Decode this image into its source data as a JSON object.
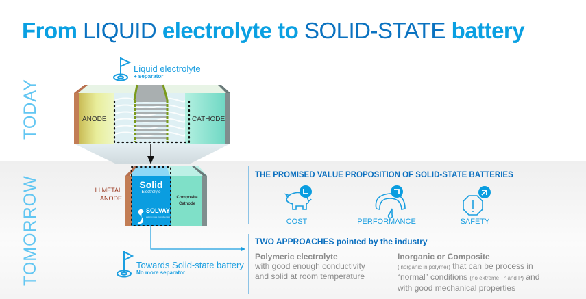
{
  "title": {
    "part1": "From ",
    "part2": "LIQUID",
    "part3": " electrolyte to ",
    "part4": "SOLID-STATE",
    "part5": " battery"
  },
  "side_labels": {
    "today": "TODAY",
    "tomorrow": "TOMORROW"
  },
  "today_diagram": {
    "flag_main": "Liquid electrolyte",
    "flag_sub": "+ separator",
    "anode": "ANODE",
    "cathode": "CATHODE"
  },
  "tomorrow_diagram": {
    "anode_line1": "LI METAL",
    "anode_line2": "ANODE",
    "solid": "Solid",
    "electrolyte": "Electrolyte",
    "brand": "SOLVAY",
    "brand_tagline": "asking more from chemistry",
    "cathode_line1": "Composite",
    "cathode_line2": "Cathode",
    "flag_main": "Towards Solid-state battery",
    "flag_sub": "No more separator"
  },
  "value_proposition": {
    "heading": "THE PROMISED VALUE PROPOSITION OF SOLID-STATE BATTERIES",
    "items": [
      {
        "label": "COST",
        "icon": "piggy-bank-icon",
        "trend": "down"
      },
      {
        "label": "PERFORMANCE",
        "icon": "gauge-icon",
        "trend": "up"
      },
      {
        "label": "SAFETY",
        "icon": "octagon-warning-icon",
        "trend": "up"
      }
    ]
  },
  "approaches": {
    "heading_bold": "TWO APPROACHES",
    "heading_rest": " pointed by the industry",
    "col1": {
      "title": "Polymeric electrolyte",
      "line1": "with good enough conductivity",
      "line2": "and solid at room temperature"
    },
    "col2": {
      "title": "Inorganic or Composite",
      "line1_small": "(inorganic in polymer)",
      "line1_rest": " that can be process in",
      "line2_a": "“normal” conditions ",
      "line2_small": "(no extreme T° and P)",
      "line2_b": " and",
      "line3": "with good mechanical properties"
    }
  },
  "colors": {
    "title_blue": "#0aa0e2",
    "dark_blue": "#0a72c0",
    "light_blue": "#62c6f2",
    "solid_blue": "#0a9de0",
    "anode_brown": "#c27d55",
    "cathode_teal": "#6fdcc4",
    "separator_green": "#7a9a1a"
  }
}
